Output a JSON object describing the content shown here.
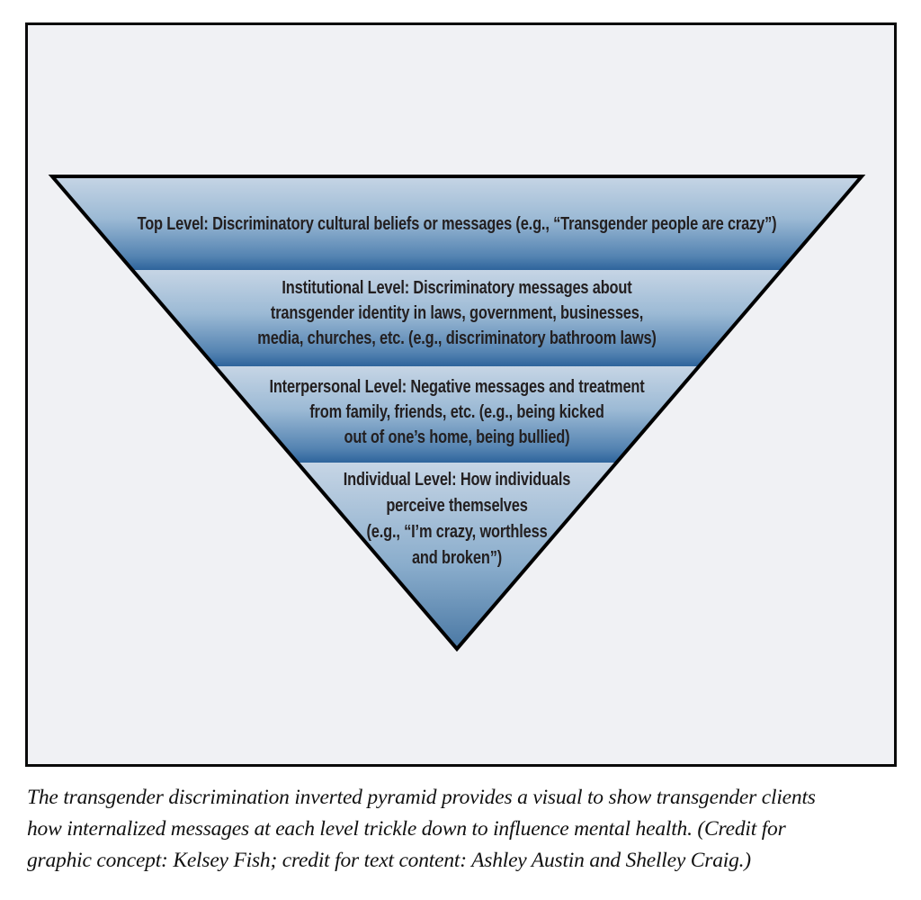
{
  "figure": {
    "panel_background": "#f0f1f4",
    "panel_border_color": "#0a0a0a",
    "page_background": "#ffffff"
  },
  "pyramid": {
    "type": "inverted-pyramid",
    "outline_color": "#000000",
    "text_color": "#231f20",
    "band_gradient_top": "#c6d5e5",
    "band_gradient_bottom": "#2e649c",
    "apex_gradient_bottom": "#4a78a4",
    "tiers": [
      {
        "id": "top-level",
        "lines": [
          "Top Level: Discriminatory cultural beliefs or messages (e.g., “Transgender people are crazy”)"
        ]
      },
      {
        "id": "institutional-level",
        "lines": [
          "Institutional Level: Discriminatory messages about",
          "transgender identity in laws, government, businesses,",
          "media, churches, etc. (e.g., discriminatory bathroom laws)"
        ]
      },
      {
        "id": "interpersonal-level",
        "lines": [
          "Interpersonal Level: Negative messages and treatment",
          "from family, friends, etc. (e.g., being kicked",
          "out of one’s home, being bullied)"
        ]
      },
      {
        "id": "individual-level",
        "lines": [
          "Individual Level: How individuals",
          "perceive themselves",
          "(e.g., “I’m crazy, worthless",
          "and broken”)"
        ]
      }
    ]
  },
  "caption": {
    "lines": [
      "The transgender discrimination inverted pyramid provides a visual to show transgender clients",
      "how internalized messages at each level trickle down to influence mental health. (Credit for",
      "graphic concept: Kelsey Fish; credit for text content: Ashley Austin and Shelley Craig.)"
    ]
  }
}
